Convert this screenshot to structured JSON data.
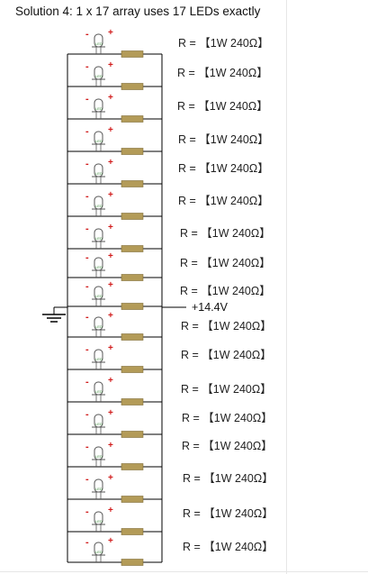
{
  "title": "Solution 4: 1 x 17 array uses 17 LEDs exactly",
  "supply_voltage": "+14.4V",
  "led": {
    "minus": "-",
    "plus": "+",
    "body_text": "LED"
  },
  "resistor_prefix": "R = ",
  "rows": [
    {
      "label": "【1W 240Ω】"
    },
    {
      "label": "【1W 240Ω】"
    },
    {
      "label": "【1W 240Ω】"
    },
    {
      "label": "【1W 240Ω】"
    },
    {
      "label": "【1W 240Ω】"
    },
    {
      "label": "【1W 240Ω】"
    },
    {
      "label": "【1W 240Ω】"
    },
    {
      "label": "【1W 240Ω】"
    },
    {
      "label": "【1W 240Ω】"
    },
    {
      "label": "【1W 240Ω】"
    },
    {
      "label": "【1W 240Ω】"
    },
    {
      "label": "【1W 240Ω】"
    },
    {
      "label": "【1W 240Ω】"
    },
    {
      "label": "【1W 240Ω】"
    },
    {
      "label": "【1W 240Ω】"
    },
    {
      "label": "【1W 240Ω】"
    },
    {
      "label": "【1W 240Ω】"
    }
  ],
  "colors": {
    "wire": "#000000",
    "resistor": "#b39b58",
    "resistor_edge": "#7d6a33",
    "led_minus": "#d11a1a",
    "led_plus": "#d11a1a",
    "led_text": "#3a8a3a"
  }
}
